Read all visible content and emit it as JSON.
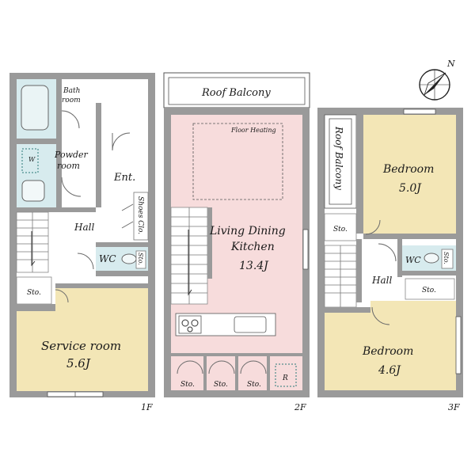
{
  "compass": {
    "label": "N"
  },
  "floors": {
    "f1": {
      "label": "1F",
      "rooms": {
        "bath": "Bath room",
        "bath_l1": "Bath",
        "bath_l2": "room",
        "powder_l1": "Powder",
        "powder_l2": "room",
        "washer": "W",
        "entrance": "Ent.",
        "shoes": "Shoes Clo.",
        "hall": "Hall",
        "wc": "WC",
        "wc_sto": "Sto.",
        "sto": "Sto.",
        "service": "Service room",
        "service_size": "5.6J"
      }
    },
    "f2": {
      "label": "2F",
      "rooms": {
        "balcony": "Roof Balcony",
        "floor_heating": "Floor Heating",
        "ldk_l1": "Living Dining",
        "ldk_l2": "Kitchen",
        "ldk_size": "13.4J",
        "sto1": "Sto.",
        "sto2": "Sto.",
        "sto3": "Sto.",
        "fridge": "R"
      }
    },
    "f3": {
      "label": "3F",
      "rooms": {
        "balcony": "Roof Balcony",
        "bed1": "Bedroom",
        "bed1_size": "5.0J",
        "sto_a": "Sto.",
        "wc": "WC",
        "wc_sto": "Sto.",
        "hall": "Hall",
        "sto_b": "Sto.",
        "bed2": "Bedroom",
        "bed2_size": "4.6J"
      }
    }
  },
  "colors": {
    "wall": "#9a9a9a",
    "yellow_room": "#f3e6b6",
    "ldk_pink": "#f7dcdc",
    "wet_blue": "#d7ebee",
    "white": "#ffffff"
  }
}
